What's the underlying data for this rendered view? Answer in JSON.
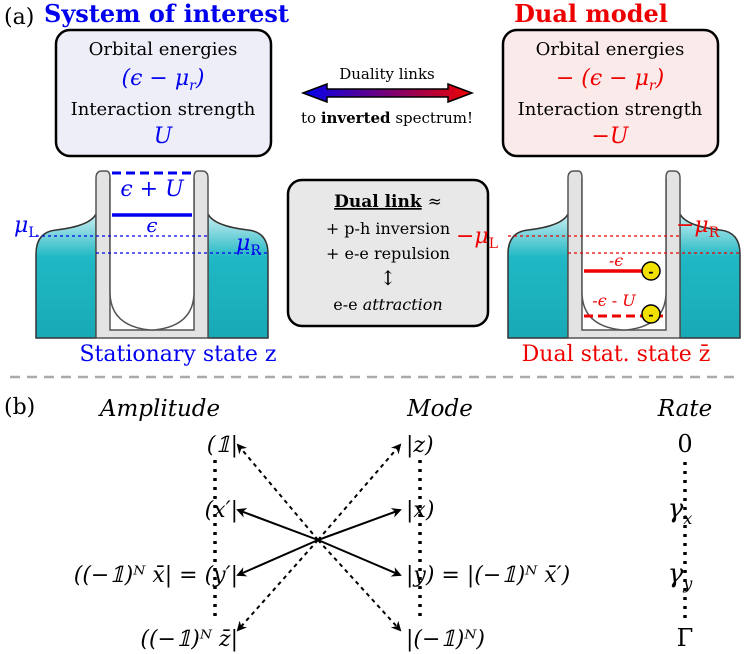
{
  "panel_a": {
    "label": "(a)",
    "left_title": "System of interest",
    "right_title": "Dual model",
    "left_box": {
      "line1": "Orbital energies",
      "energy": "(ϵ − μ",
      "energy_sub": "r",
      "energy_close": ")",
      "line3": "Interaction strength",
      "interaction": "U"
    },
    "right_box": {
      "line1": "Orbital energies",
      "energy": "− (ϵ − μ",
      "energy_sub": "r",
      "energy_close": ")",
      "line3": "Interaction strength",
      "interaction": "−U"
    },
    "arrow_top_text": "Duality links",
    "arrow_bottom_pre": "to ",
    "arrow_bottom_bold": "inverted",
    "arrow_bottom_post": " spectrum!",
    "center_box": {
      "title": "Dual link",
      "approx": "≈",
      "line1": "+ p-h inversion",
      "line2": "+ e-e repulsion",
      "updown": "↕",
      "line3_pre": "e-e ",
      "line3_italic": "attraction"
    },
    "left_well": {
      "level_top": "ϵ + U",
      "level_eps": "ϵ",
      "mu_l": "μ",
      "mu_l_sub": "L",
      "mu_r": "μ",
      "mu_r_sub": "R",
      "caption": "Stationary state z"
    },
    "right_well": {
      "mu_l": "−μ",
      "mu_l_sub": "L",
      "mu_r": "−μ",
      "mu_r_sub": "R",
      "level_eps": "-ϵ",
      "level_low": "-ϵ - U",
      "electron_symbol": "-",
      "caption": "Dual stat. state z̄"
    }
  },
  "panel_b": {
    "label": "(b)",
    "col_amplitude": "Amplitude",
    "col_mode": "Mode",
    "col_rate": "Rate",
    "amplitudes": [
      "(𝟙|",
      "(x′|",
      "((−𝟙)ᴺ x̄| = (y′|",
      "((−𝟙)ᴺ z̄|"
    ],
    "modes": [
      "|z)",
      "|x)",
      "|y) = |(−𝟙)ᴺ x̄′)",
      "|(−𝟙)ᴺ)"
    ],
    "rates": [
      "0",
      "γ",
      "γ",
      "Γ"
    ],
    "rate_subs": [
      "",
      "x",
      "y",
      ""
    ]
  },
  "colors": {
    "blue": "#0000ee",
    "red": "#ee0000",
    "teal": "#1fb8c4",
    "blue_box_fill": "#eeeef8",
    "red_box_fill": "#fbeaea",
    "gray_box_fill": "#e8e8e8",
    "electron": "#f2e000"
  }
}
